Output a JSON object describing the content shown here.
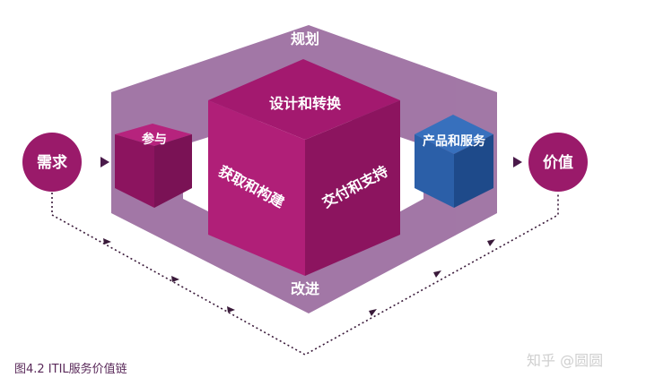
{
  "diagram": {
    "frame_label_top": "规划",
    "frame_label_bottom": "改进",
    "input_node": "需求",
    "output_node": "价值",
    "cube_engage": "参与",
    "cube_main_top": "设计和转换",
    "cube_main_left": "获取和构建",
    "cube_main_right": "交付和支持",
    "cube_product": "产品和服务"
  },
  "caption": "图4.2 ITIL服务价值链",
  "watermark": "知乎 @圆圆",
  "colors": {
    "frame": "#8e5a93",
    "magenta": "#a3196f",
    "magenta_dark": "#7a1255",
    "magenta_side": "#8c145f",
    "blue": "#2b5fa8",
    "blue_dark": "#1e4a8a"
  }
}
